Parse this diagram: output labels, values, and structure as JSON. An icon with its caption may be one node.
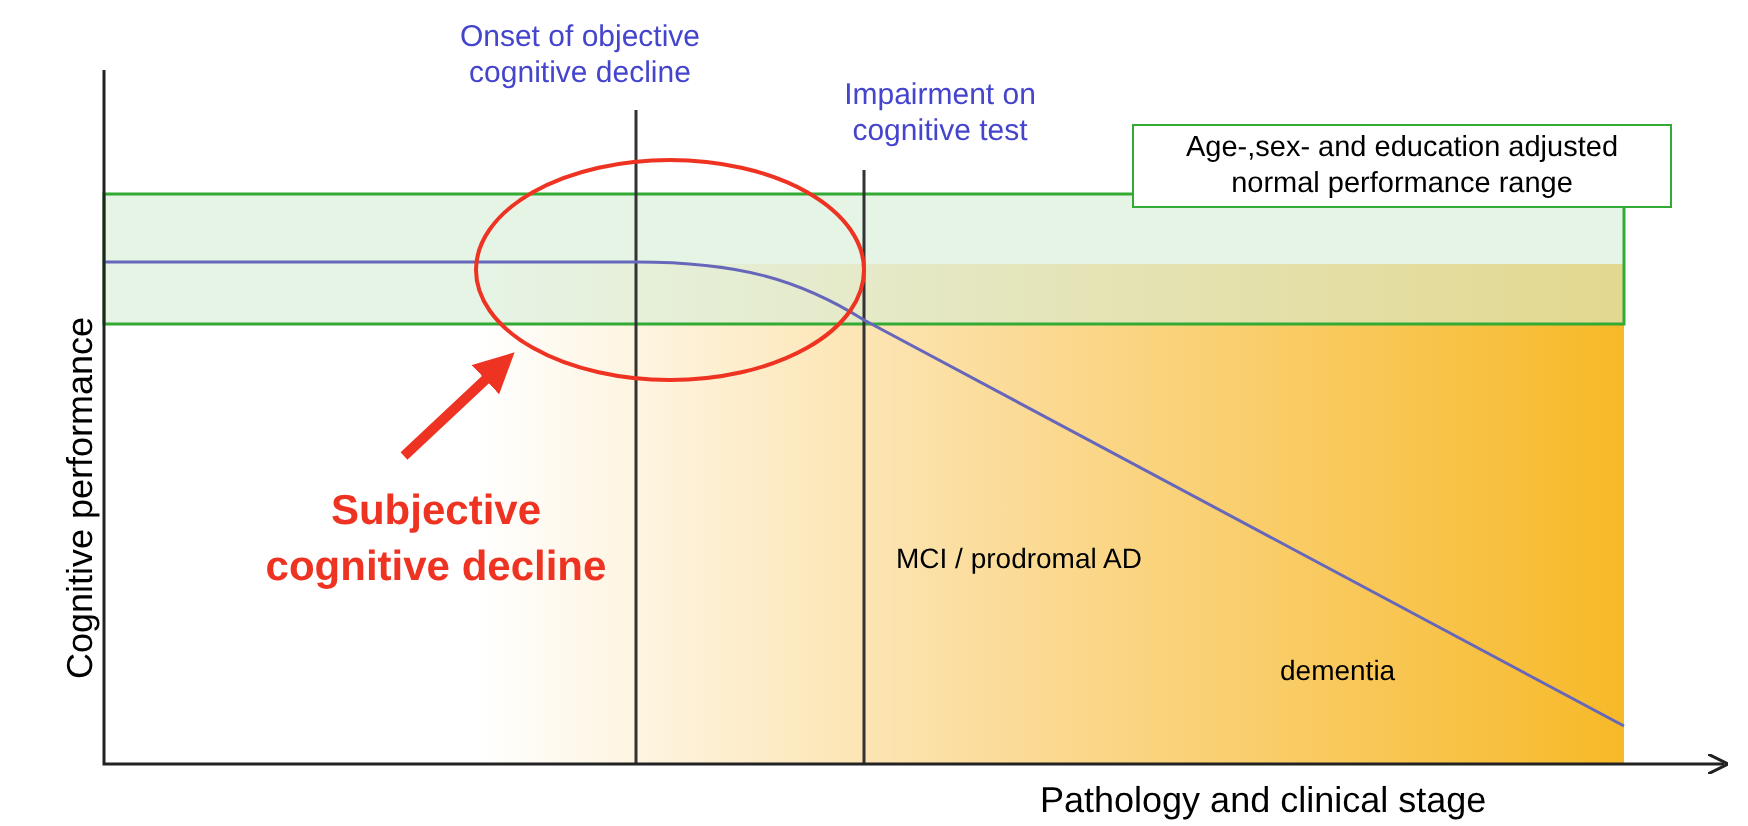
{
  "diagram": {
    "nodes": [
      {
        "text": [
          "Age-,sex- and education adjusted normal performance range"
        ]
      },
      {
        "text": [],
        "shape": "ellipse"
      },
      {
        "text": [
          "Subjective cognitive decline"
        ]
      }
    ],
    "edges": [
      {
        "from": 2,
        "to": 1,
        "arrow": "to"
      }
    ],
    "labels": [
      "Onset of objective cognitive decline",
      "Impairment on cognitive test",
      "Cognitive performance",
      "MCI / prodromal AD",
      "dementia",
      "Pathology and clinical stage"
    ]
  }
}
